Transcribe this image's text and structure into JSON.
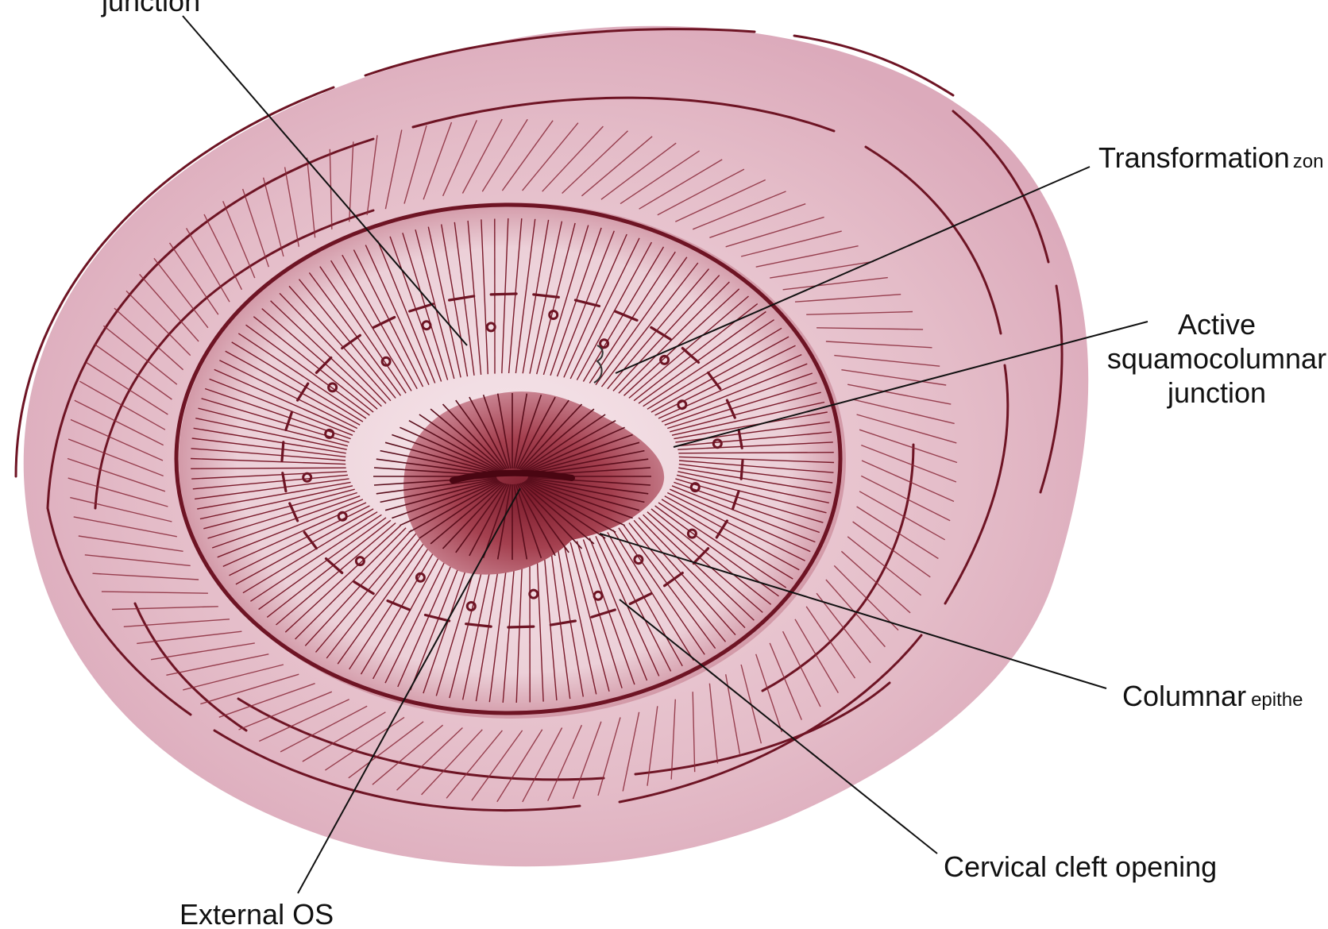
{
  "labels": {
    "junction_top": "junction",
    "transformation": "Transformation",
    "transformation_suffix": "zon",
    "active_line1": "Active",
    "active_line2": "squamocolumnar",
    "active_line3": "junction",
    "columnar": "Columnar",
    "columnar_suffix": "epithe",
    "cervical_cleft": "Cervical cleft opening",
    "external_os": "External OS"
  },
  "colors": {
    "tissue_light": "#e8c5cf",
    "tissue_mid": "#d89aaa",
    "tissue_dark": "#8a2a3a",
    "line_dark": "#6e1424",
    "leader": "#111111"
  }
}
